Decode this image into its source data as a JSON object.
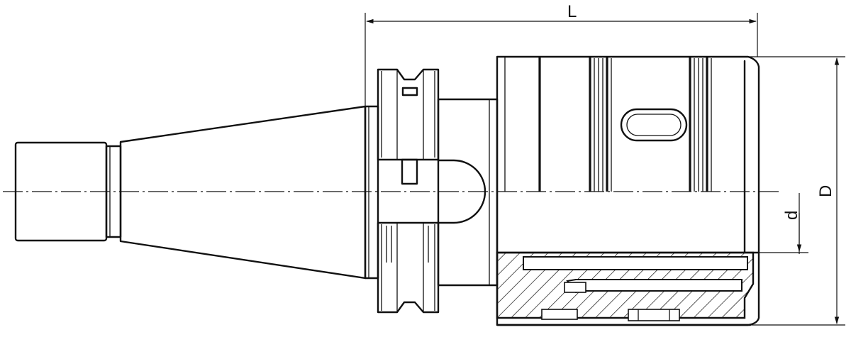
{
  "labels": {
    "overall_length": "L",
    "outer_diameter": "D",
    "bore_diameter": "d"
  }
}
